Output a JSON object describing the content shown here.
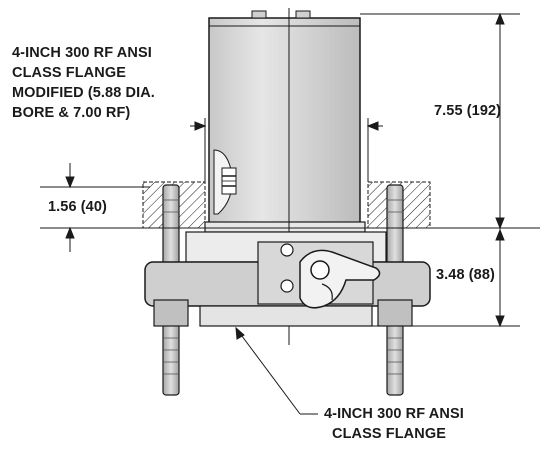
{
  "labels": {
    "top_flange": {
      "line1": "4-INCH 300 RF ANSI",
      "line2": "CLASS FLANGE",
      "line3": "MODIFIED (5.88 DIA.",
      "line4": "BORE & 7.00 RF)"
    },
    "bottom_flange": {
      "line1": "4-INCH 300 RF ANSI",
      "line2": "CLASS FLANGE"
    }
  },
  "dimensions": {
    "height_upper": "7.55 (192)",
    "height_lower": "3.48 (88)",
    "flange_thickness": "1.56 (40)"
  },
  "colors": {
    "line": "#1a1a1a",
    "body_fill": "#d9d9d9",
    "light_fill": "#ededed",
    "rod_fill": "#bdbdbd"
  }
}
